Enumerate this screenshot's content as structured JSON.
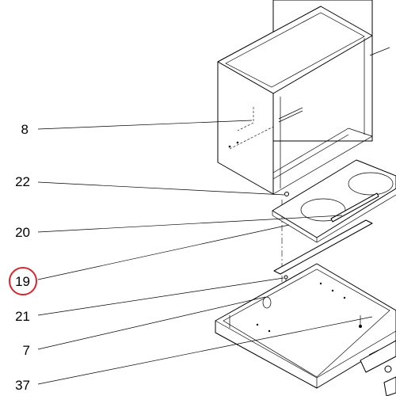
{
  "callouts": [
    {
      "id": "8",
      "label": "8",
      "highlighted": false
    },
    {
      "id": "22",
      "label": "22",
      "highlighted": false
    },
    {
      "id": "20",
      "label": "20",
      "highlighted": false
    },
    {
      "id": "19",
      "label": "19",
      "highlighted": true
    },
    {
      "id": "21",
      "label": "21",
      "highlighted": false
    },
    {
      "id": "7",
      "label": "7",
      "highlighted": false
    },
    {
      "id": "37",
      "label": "37",
      "highlighted": false
    }
  ],
  "colors": {
    "line": "#000000",
    "highlight_ring": "#d9262c",
    "background": "#ffffff"
  }
}
